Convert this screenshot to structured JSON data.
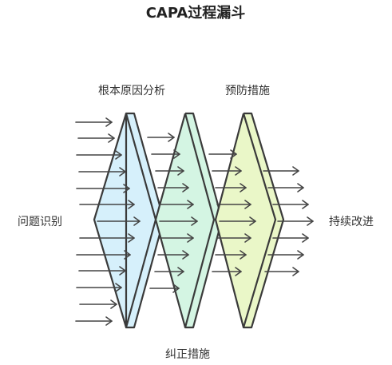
{
  "title": "CAPA过程漏斗",
  "labels": {
    "root_cause": "根本原因分析",
    "prevention": "预防措施",
    "problem_id": "问题识别",
    "continuous_improvement": "持续改进",
    "correction": "纠正措施"
  },
  "colors": {
    "stage1_fill": "#d6f0fb",
    "stage2_fill": "#d4f5e3",
    "stage3_fill": "#eaf7c8",
    "outline": "#3a3a3a",
    "arrow": "#444444"
  }
}
